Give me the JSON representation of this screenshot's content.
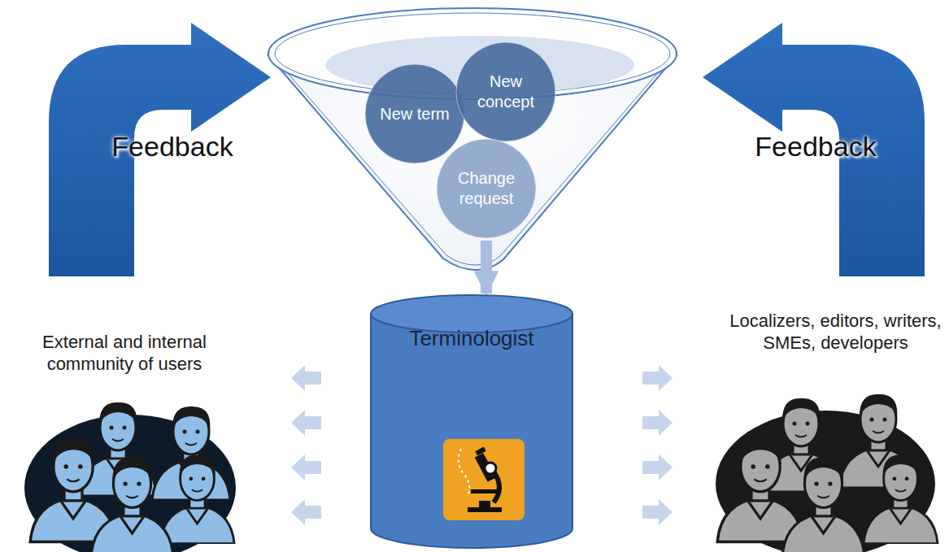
{
  "diagram": {
    "nodes": [
      {
        "text": [
          "New term"
        ]
      },
      {
        "text": [
          "New concept"
        ]
      },
      {
        "text": [
          "Change request"
        ]
      },
      {
        "text": [
          "Terminologist"
        ]
      }
    ],
    "edges": [
      {
        "from": 2,
        "to": 3,
        "arrow": "to"
      }
    ],
    "labels": [
      "Feedback",
      "Feedback",
      "External and internal community of users",
      "Localizers, editors, writers, SMEs, developers"
    ]
  }
}
